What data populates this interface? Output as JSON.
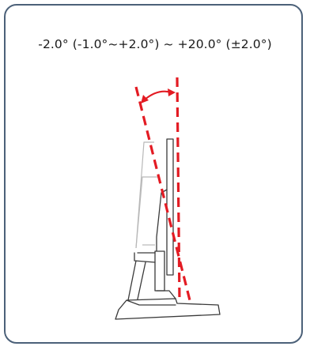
{
  "caption": "-2.0° (-1.0°~+2.0°) ~ +20.0° (±2.0°)",
  "colors": {
    "frame": "#4c6179",
    "guide_line": "#e31b23",
    "tilt_arrow": "#e31b23",
    "monitor_outline": "#3a3a3a",
    "ghost_outline": "#b8b8b8"
  },
  "icons": {
    "tilt_arrow": "curved-double-arrow",
    "monitor": "monitor-side-profile"
  },
  "tilt_range": {
    "min_deg": -2.0,
    "min_tolerance": "-1.0°~+2.0°",
    "max_deg": 20.0,
    "max_tolerance": "±2.0°"
  }
}
